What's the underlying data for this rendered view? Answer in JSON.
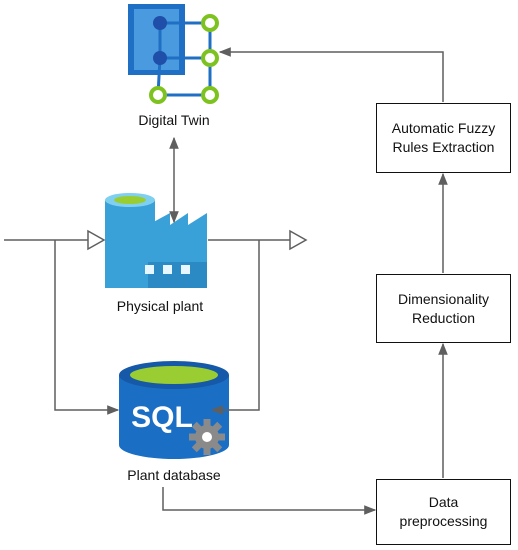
{
  "nodes": {
    "digital_twin": {
      "label": "Digital Twin",
      "icon": "digital-twin-icon"
    },
    "physical_plant": {
      "label": "Physical plant",
      "icon": "factory-icon"
    },
    "plant_database": {
      "label": "Plant database",
      "icon": "sql-database-icon",
      "icon_text": "SQL"
    },
    "data_preprocessing": {
      "label": "Data\npreprocessing"
    },
    "dimensionality_reduction": {
      "label": "Dimensionality\nReduction"
    },
    "fuzzy_rules": {
      "label": "Automatic Fuzzy\nRules Extraction"
    }
  },
  "colors": {
    "line": "#5f5f5f",
    "twin_blue": "#1f6fc5",
    "twin_light": "#4a9ae0",
    "node_green": "#7ec21f",
    "factory_blue": "#3aa0d8",
    "factory_light": "#7fd0f0",
    "db_blue": "#1a6fc4",
    "db_top": "#9acd32",
    "gear": "#8a8a8a"
  }
}
